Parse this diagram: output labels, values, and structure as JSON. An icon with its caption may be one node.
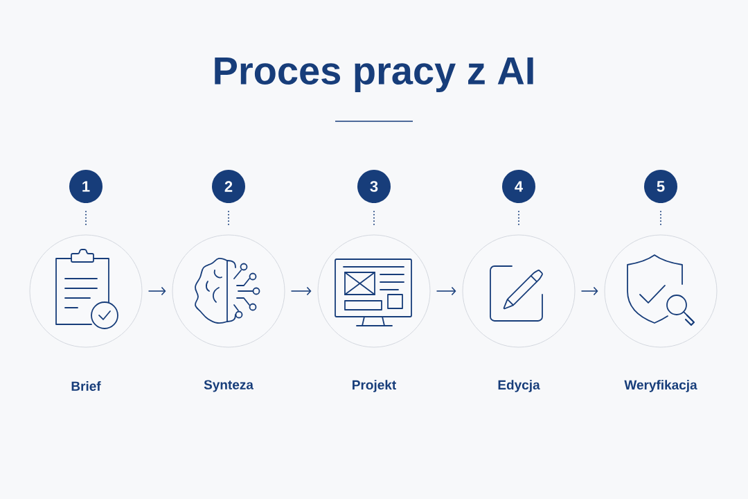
{
  "diagram": {
    "title": "Proces pracy z AI",
    "nodes": [
      {
        "text": [
          "1"
        ]
      },
      {
        "text": [
          "Brief"
        ]
      },
      {
        "text": [
          "2"
        ]
      },
      {
        "text": [
          "Synteza"
        ]
      },
      {
        "text": [
          "3"
        ]
      },
      {
        "text": [
          "Projekt"
        ]
      },
      {
        "text": [
          "4"
        ]
      },
      {
        "text": [
          "Edycja"
        ]
      },
      {
        "text": [
          "5"
        ]
      },
      {
        "text": [
          "Weryfikacja"
        ]
      }
    ],
    "edges": [
      {
        "from": 0,
        "to": 1,
        "arrow": "none",
        "style": "dashed"
      },
      {
        "from": 2,
        "to": 3,
        "arrow": "none",
        "style": "dashed"
      },
      {
        "from": 4,
        "to": 5,
        "arrow": "none",
        "style": "dashed"
      },
      {
        "from": 6,
        "to": 7,
        "arrow": "none",
        "style": "dashed"
      },
      {
        "from": 8,
        "to": 9,
        "arrow": "none",
        "style": "dashed"
      },
      {
        "from": 1,
        "to": 3,
        "arrow": "to"
      },
      {
        "from": 3,
        "to": 5,
        "arrow": "to"
      },
      {
        "from": 5,
        "to": 7,
        "arrow": "to"
      },
      {
        "from": 7,
        "to": 9,
        "arrow": "to"
      }
    ]
  }
}
